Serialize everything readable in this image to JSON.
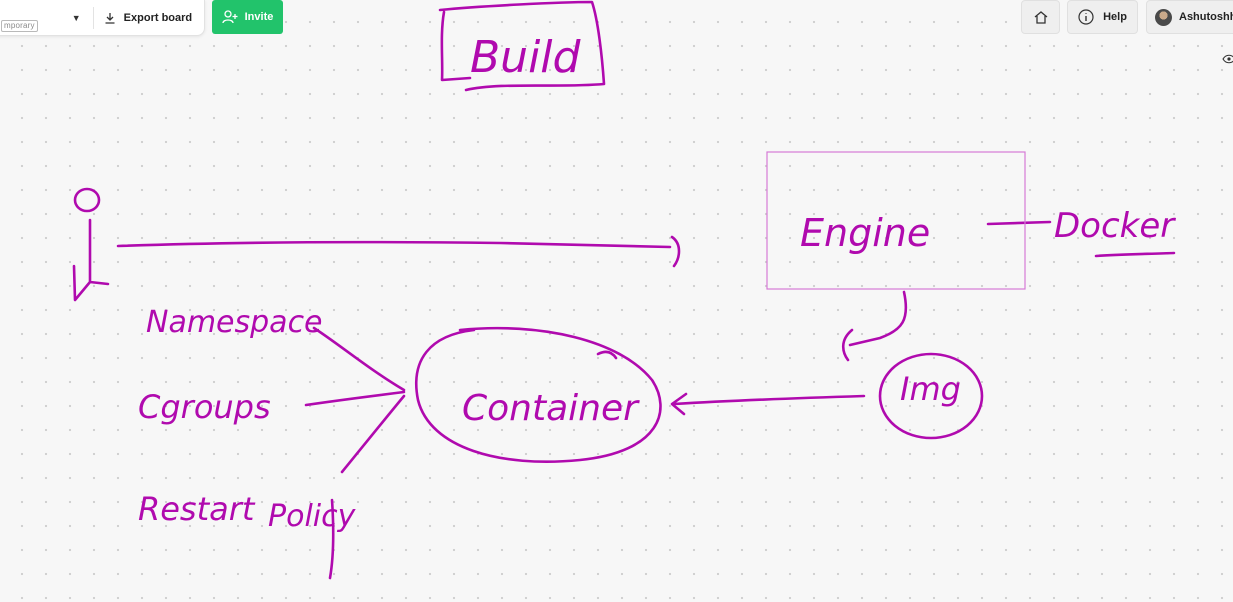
{
  "toolbar": {
    "board_status": "mporary",
    "export_label": "Export board",
    "invite_label": "Invite",
    "help_label": "Help",
    "user_name": "Ashutoshh"
  },
  "icons": {
    "menu": "chevron-down-icon",
    "export": "download-icon",
    "invite": "add-user-icon",
    "home": "home-icon",
    "help": "info-icon",
    "avatar": "user-avatar",
    "view": "eye-icon"
  },
  "whiteboard": {
    "ink_color": "#b00aae",
    "labels": {
      "title": "Build",
      "engine": "Engine",
      "docker": "Docker",
      "container": "Container",
      "img": "Img",
      "namespace": "Namespace",
      "cgroups": "Cgroups",
      "restart_policy_1": "Restart",
      "restart_policy_2": "Policy"
    }
  }
}
